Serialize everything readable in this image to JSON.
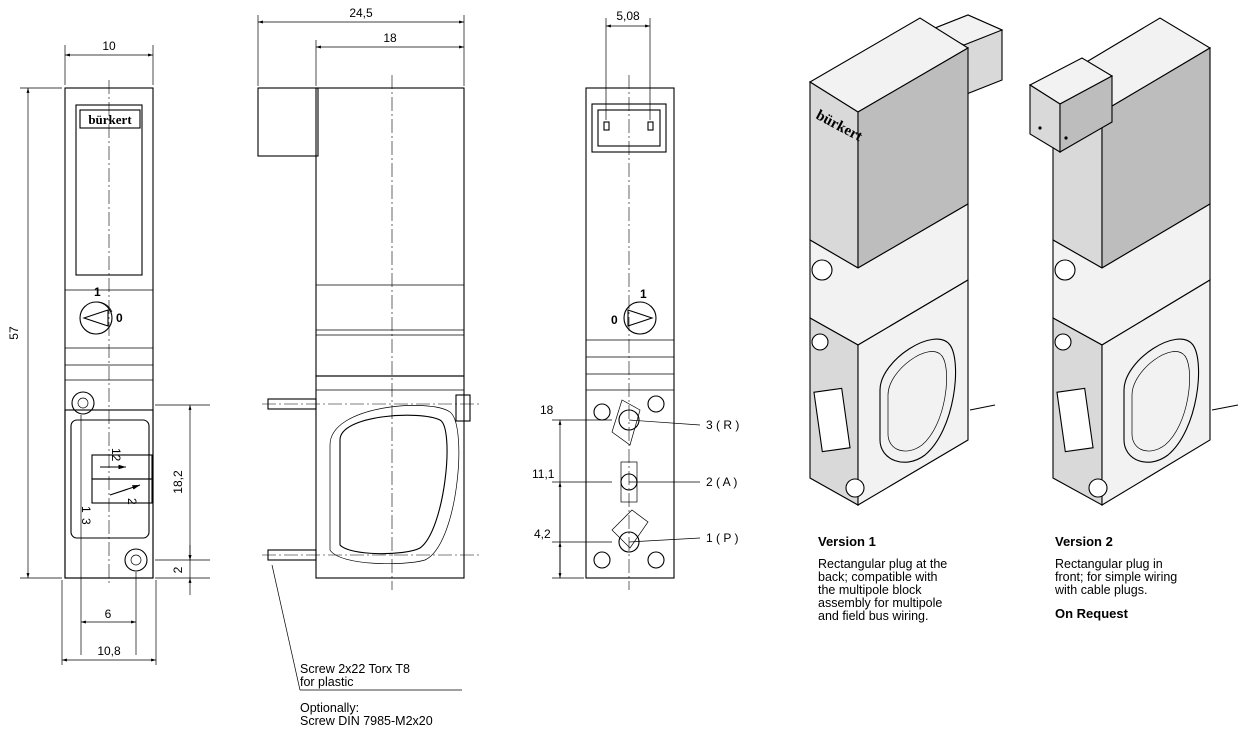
{
  "brand": "bürkert",
  "front_view": {
    "dims": {
      "width_top": "10",
      "height": "57",
      "sub_height": "18,2",
      "bottom_offset": "2",
      "port_spacing": "6",
      "width_bottom": "10,8"
    },
    "symbol_labels": {
      "p12": "12",
      "p2": "2",
      "p1": "1",
      "p3": "3"
    },
    "switch_labels": {
      "on": "1",
      "off": "0"
    }
  },
  "side_view": {
    "dims": {
      "width_total": "24,5",
      "width_body": "18"
    },
    "screw_note": "Screw 2x22 Torx T8\nfor plastic",
    "optional_note": "Optionally:\nScrew DIN 7985-M2x20"
  },
  "back_view": {
    "dims": {
      "pin_spacing": "5,08",
      "d_r": "18",
      "d_a": "11,1",
      "d_p": "4,2"
    },
    "ports": {
      "r": "3 ( R )",
      "a": "2 ( A )",
      "p": "1 ( P )"
    },
    "switch_labels": {
      "on": "1",
      "off": "0"
    }
  },
  "versions": [
    {
      "title": "Version 1",
      "desc": "Rectangular plug at the\nback; compatible with\nthe multipole block\nassembly for multipole\nand field bus wiring.",
      "extra": ""
    },
    {
      "title": "Version 2",
      "desc": "Rectangular plug in\nfront; for simple wiring\nwith cable plugs.",
      "extra": "On Request"
    }
  ]
}
